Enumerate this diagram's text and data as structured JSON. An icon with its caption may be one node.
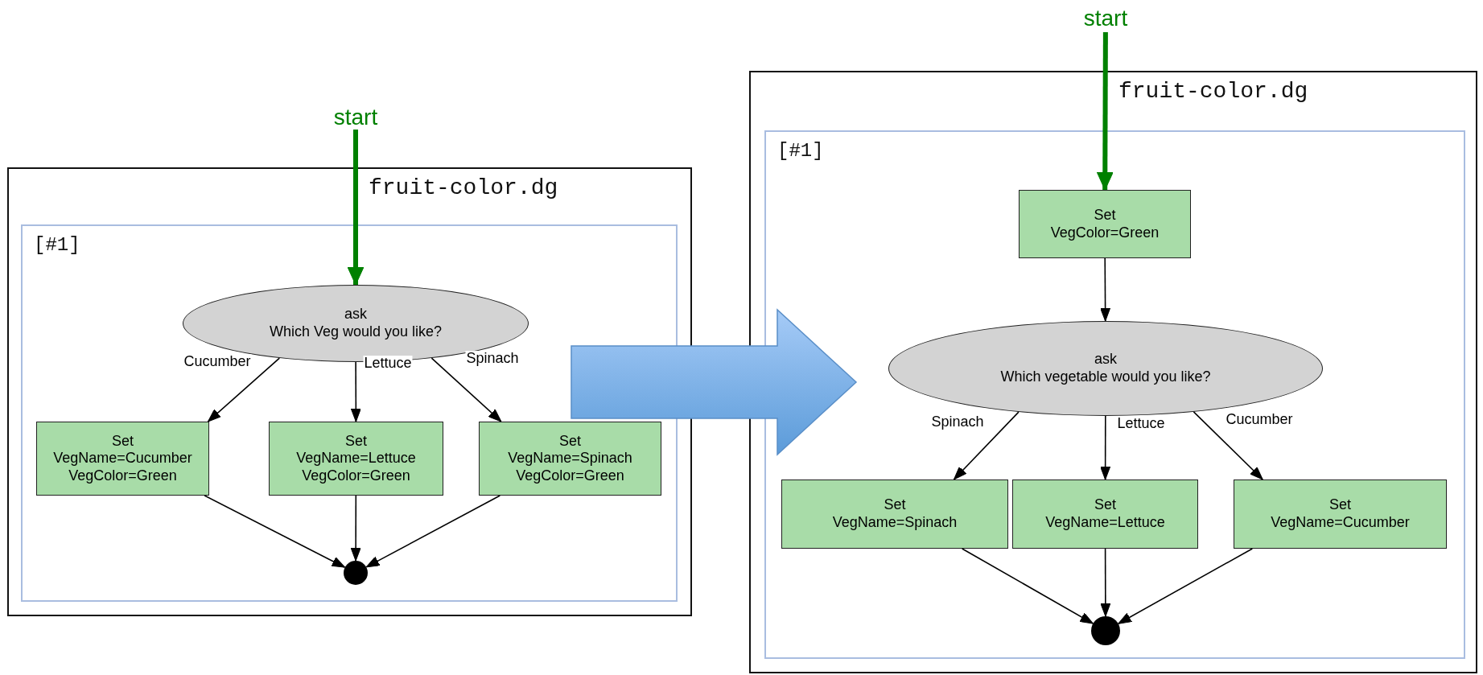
{
  "diagram": {
    "nodes": [
      {
        "text": [
          "fruit-color.dg"
        ]
      },
      {
        "text": [
          "[#1]"
        ],
        "in": 0
      },
      {
        "text": [
          "start"
        ]
      },
      {
        "text": [
          "ask",
          "Which Veg would you like?"
        ],
        "in": 1
      },
      {
        "text": [
          "Set",
          "VegName=Cucumber VegColor=Green"
        ],
        "in": 1
      },
      {
        "text": [
          "Set",
          "VegName=Lettuce VegColor=Green"
        ],
        "in": 1
      },
      {
        "text": [
          "Set",
          "VegName=Spinach VegColor=Green"
        ],
        "in": 1
      },
      {
        "text": [],
        "shape": "circle",
        "in": 1
      },
      {
        "text": [
          "fruit-color.dg"
        ]
      },
      {
        "text": [
          "[#1]"
        ],
        "in": 8
      },
      {
        "text": [
          "start"
        ]
      },
      {
        "text": [
          "Set",
          "VegColor=Green"
        ],
        "in": 9
      },
      {
        "text": [
          "ask",
          "Which vegetable would you like?"
        ],
        "in": 9
      },
      {
        "text": [
          "Set",
          "VegName=Spinach"
        ],
        "in": 9
      },
      {
        "text": [
          "Set",
          "VegName=Lettuce"
        ],
        "in": 9
      },
      {
        "text": [
          "Set",
          "VegName=Cucumber"
        ],
        "in": 9
      },
      {
        "text": [],
        "shape": "circle",
        "in": 9
      }
    ],
    "edges": [
      {
        "from": 2,
        "to": 3,
        "arrow": "to",
        "style": "thick",
        "color": "#008000"
      },
      {
        "from": 3,
        "to": 4,
        "arrow": "to",
        "label": "Cucumber"
      },
      {
        "from": 3,
        "to": 5,
        "arrow": "to",
        "label": "Lettuce"
      },
      {
        "from": 3,
        "to": 6,
        "arrow": "to",
        "label": "Spinach"
      },
      {
        "from": 4,
        "to": 7,
        "arrow": "to"
      },
      {
        "from": 5,
        "to": 7,
        "arrow": "to"
      },
      {
        "from": 6,
        "to": 7,
        "arrow": "to"
      },
      {
        "from": 0,
        "to": 8,
        "arrow": "to",
        "style": "thick",
        "color": "#5b9bd9"
      },
      {
        "from": 10,
        "to": 11,
        "arrow": "to",
        "style": "thick",
        "color": "#008000"
      },
      {
        "from": 11,
        "to": 12,
        "arrow": "to"
      },
      {
        "from": 12,
        "to": 13,
        "arrow": "to",
        "label": "Spinach"
      },
      {
        "from": 12,
        "to": 14,
        "arrow": "to",
        "label": "Lettuce"
      },
      {
        "from": 12,
        "to": 15,
        "arrow": "to",
        "label": "Cucumber"
      },
      {
        "from": 13,
        "to": 16,
        "arrow": "to"
      },
      {
        "from": 14,
        "to": 16,
        "arrow": "to"
      },
      {
        "from": 15,
        "to": 16,
        "arrow": "to"
      }
    ]
  }
}
